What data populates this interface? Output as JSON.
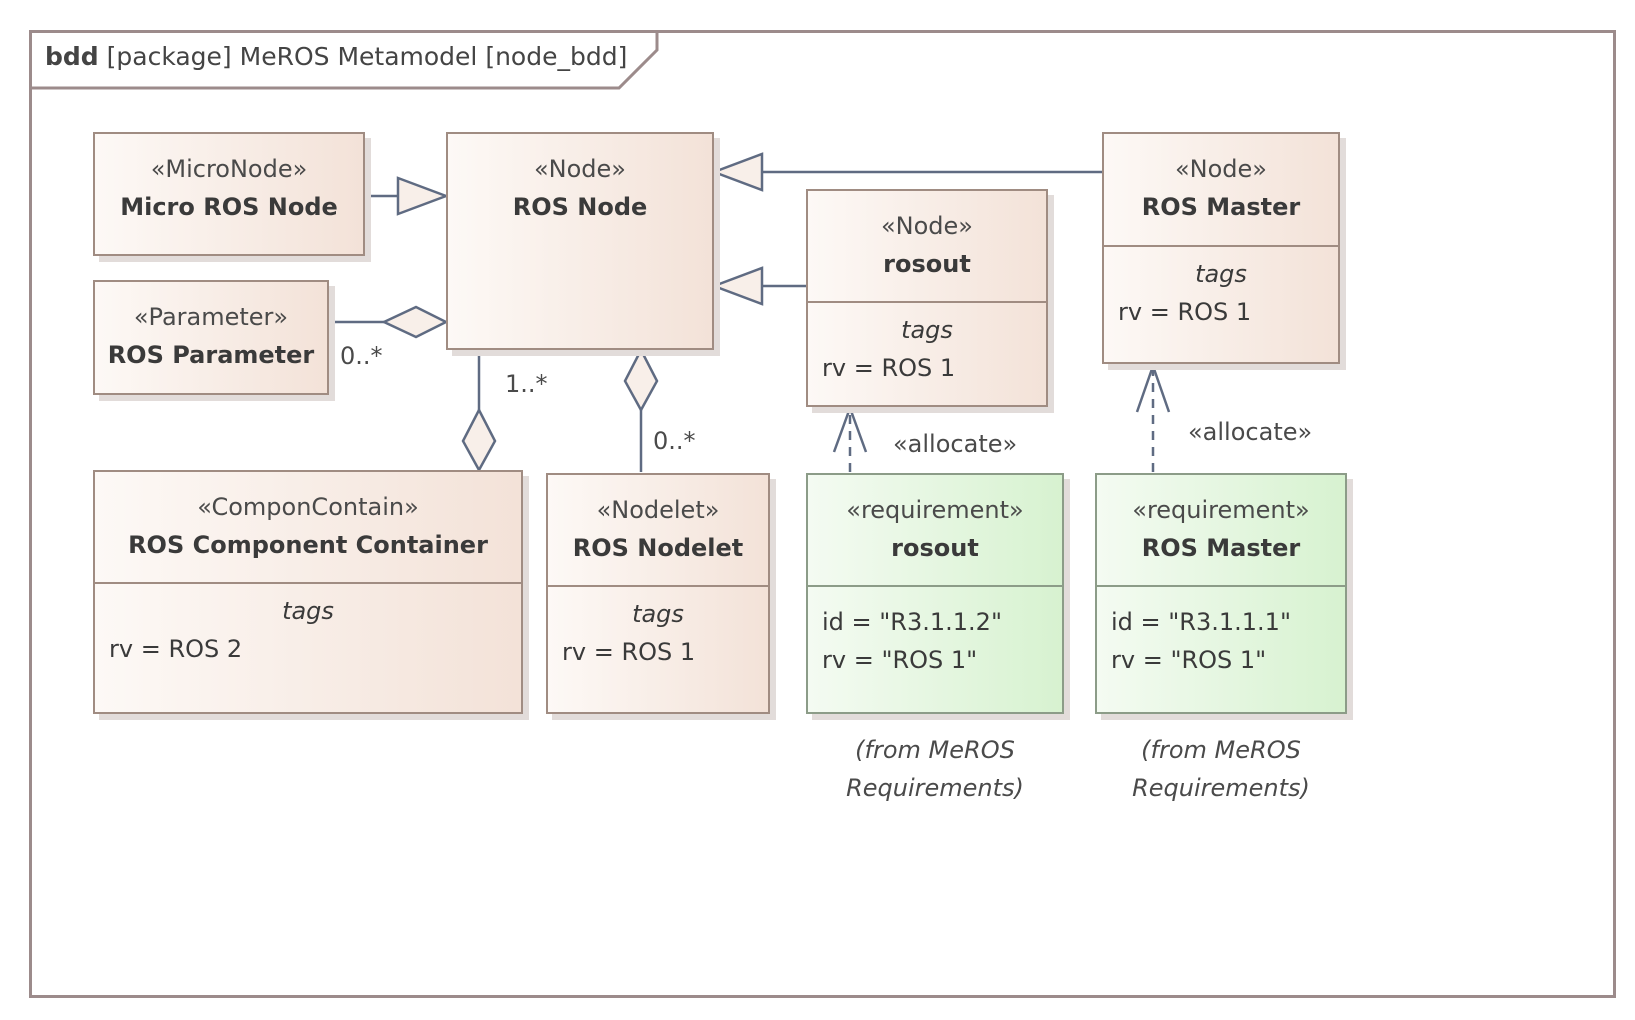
{
  "frame": {
    "kind": "bdd",
    "title": "[package] MeROS Metamodel [node_bdd]"
  },
  "blocks": {
    "micro_ros_node": {
      "stereotype": "«MicroNode»",
      "name": "Micro ROS Node"
    },
    "ros_node": {
      "stereotype": "«Node»",
      "name": "ROS Node"
    },
    "ros_parameter": {
      "stereotype": "«Parameter»",
      "name": "ROS Parameter"
    },
    "rosout": {
      "stereotype": "«Node»",
      "name": "rosout",
      "compartment_title": "tags",
      "values": [
        "rv = ROS 1"
      ]
    },
    "ros_master": {
      "stereotype": "«Node»",
      "name": "ROS Master",
      "compartment_title": "tags",
      "values": [
        "rv = ROS 1"
      ]
    },
    "ros_component_container": {
      "stereotype": "«ComponContain»",
      "name": "ROS Component Container",
      "compartment_title": "tags",
      "values": [
        "rv = ROS 2"
      ]
    },
    "ros_nodelet": {
      "stereotype": "«Nodelet»",
      "name": "ROS Nodelet",
      "compartment_title": "tags",
      "values": [
        "rv = ROS 1"
      ]
    },
    "req_rosout": {
      "stereotype": "«requirement»",
      "name": "rosout",
      "values": [
        "id = \"R3.1.1.2\"",
        "rv = \"ROS 1\""
      ],
      "note": [
        "(from MeROS",
        "Requirements)"
      ]
    },
    "req_ros_master": {
      "stereotype": "«requirement»",
      "name": "ROS Master",
      "values": [
        "id = \"R3.1.1.1\"",
        "rv = \"ROS 1\""
      ],
      "note": [
        "(from MeROS",
        "Requirements)"
      ]
    }
  },
  "relations": {
    "parameter_multiplicity": "0..*",
    "container_multiplicity": "1..*",
    "nodelet_multiplicity": "0..*",
    "allocate_rosout": "«allocate»",
    "allocate_master": "«allocate»"
  },
  "colors": {
    "block_border": "#a08c82",
    "requirement_fill": "#d7f2d0",
    "connector": "#5f6b82"
  }
}
